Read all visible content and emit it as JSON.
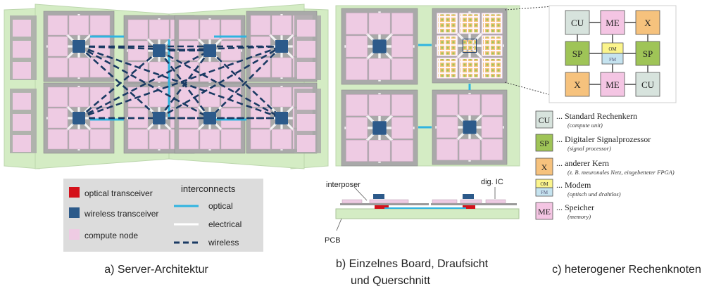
{
  "captions": {
    "a": "a) Server-Architektur",
    "b_line1": "b) Einzelnes Board, Draufsicht",
    "b_line2": "und Querschnitt",
    "c": "c) heterogener Rechenknoten"
  },
  "legend_a": {
    "heading": "interconnects",
    "items": [
      {
        "label": "optical transceiver",
        "color": "#d4101a"
      },
      {
        "label": "wireless transceiver",
        "color": "#2c5a8a"
      },
      {
        "label": "compute node",
        "color": "#eecbe3"
      }
    ],
    "interconnects": [
      {
        "label": "optical",
        "color": "#2fb4e0"
      },
      {
        "label": "electrical",
        "color": "#ffffff"
      },
      {
        "label": "wireless",
        "color": "#1a3a63"
      }
    ]
  },
  "cross_section": {
    "interposer": "interposer",
    "dig_ic": "dig. IC",
    "pcb": "PCB"
  },
  "node_grid": {
    "cells": [
      {
        "label": "CU",
        "color": "#d7e3dd"
      },
      {
        "label": "ME",
        "color": "#f4c5e3"
      },
      {
        "label": "X",
        "color": "#f6c27d"
      },
      {
        "label": "SP",
        "color": "#9fc457"
      },
      {
        "label": "OM",
        "color": "#fbf48c",
        "label2": "FM",
        "color2": "#c5e3ef"
      },
      {
        "label": "SP",
        "color": "#9fc457"
      },
      {
        "label": "X",
        "color": "#f6c27d"
      },
      {
        "label": "ME",
        "color": "#f4c5e3"
      },
      {
        "label": "CU",
        "color": "#d7e3dd"
      }
    ]
  },
  "legend_c": [
    {
      "box": "CU",
      "color": "#d7e3dd",
      "title": "... Standard Rechenkern",
      "sub": "(compute unit)"
    },
    {
      "box": "SP",
      "color": "#9fc457",
      "title": "... Digitaler Signalprozessor",
      "sub": "(signal processor)"
    },
    {
      "box": "X",
      "color": "#f6c27d",
      "title": "... anderer Kern",
      "sub": "(z. B. meuronales Netz, eingebetteter FPGA)"
    },
    {
      "box": "OM",
      "color": "#fbf48c",
      "box2": "FM",
      "color2": "#c5e3ef",
      "title": "... Modem",
      "sub": "(optisch und drahtlos)"
    },
    {
      "box": "ME",
      "color": "#f4c5e3",
      "title": "... Speicher",
      "sub": "(memory)"
    }
  ],
  "colors": {
    "board": "#d4ecc4",
    "substrate": "#a9a9a9",
    "node": "#eecbe3",
    "wireless": "#2c5a8a",
    "wireless_link": "#1a3a63",
    "optical": "#2fb4e0",
    "optical_tx": "#d4101a"
  }
}
